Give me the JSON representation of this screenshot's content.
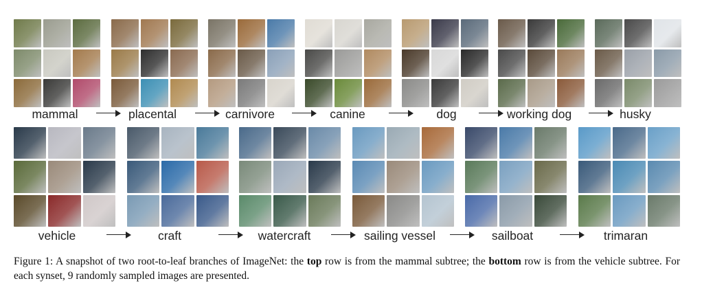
{
  "figure": {
    "top_row": {
      "synsets": [
        "mammal",
        "placental",
        "carnivore",
        "canine",
        "dog",
        "working dog",
        "husky"
      ]
    },
    "bottom_row": {
      "synsets": [
        "vehicle",
        "craft",
        "watercraft",
        "sailing vessel",
        "sailboat",
        "trimaran"
      ]
    }
  },
  "caption": {
    "prefix": "Figure 1:  A snapshot of two root-to-leaf branches of ImageNet: the ",
    "bold1": "top",
    "middle": " row is from the mammal subtree; the ",
    "bold2": "bottom",
    "suffix": " row is from the vehicle subtree. For each synset, 9 randomly sampled images are presented."
  },
  "palettes": {
    "mammal": [
      "#6f7a4a",
      "#9a9c8f",
      "#5b6b3f",
      "#7d8a6a",
      "#c9c9c0",
      "#a37a4c",
      "#8b6a3a",
      "#3a3a38",
      "#b04a6a"
    ],
    "placental": [
      "#8a6a4a",
      "#a07850",
      "#7a6a3c",
      "#9a7a48",
      "#2e2e2e",
      "#8a6a50",
      "#7a5a3a",
      "#3c8fb4",
      "#b08a50"
    ],
    "carnivore": [
      "#7a7466",
      "#9a6a3a",
      "#4a7aa8",
      "#8a6a4a",
      "#6a5a48",
      "#8aa0b8",
      "#b49a80",
      "#7a7a7a",
      "#d8d4cc"
    ],
    "canine": [
      "#e0dcd4",
      "#d8d6d0",
      "#a8a8a0",
      "#4a4a48",
      "#9a9a98",
      "#b08a60",
      "#3a4a2a",
      "#6a8a3a",
      "#9a6a3a"
    ],
    "dog": [
      "#b89a70",
      "#3a3a4a",
      "#5a6a7a",
      "#4a3a2a",
      "#d8d8d8",
      "#2a2a2a",
      "#8a8a88",
      "#3a3a3a",
      "#d0ccc4"
    ],
    "working_dog": [
      "#6a5a4a",
      "#3a3a3a",
      "#4a6a3a",
      "#4a4a4a",
      "#5a4a3a",
      "#9a7a5a",
      "#5a6a4a",
      "#a89a88",
      "#8a5a3a"
    ],
    "husky": [
      "#5a6a5a",
      "#4a4a4a",
      "#e0e4e8",
      "#6a5a48",
      "#9aa0a8",
      "#8a9aa8",
      "#6a6a6a",
      "#7a8a6a",
      "#9a9a9a"
    ],
    "vehicle": [
      "#2a3a4a",
      "#b8b8c0",
      "#6a7a8a",
      "#5a6a3a",
      "#9a8a7a",
      "#2a3a4a",
      "#5a4a2a",
      "#8a2a2a",
      "#d0c8c8"
    ],
    "craft": [
      "#4a5a6a",
      "#a8b4c0",
      "#4a7a9a",
      "#3a5a7a",
      "#2a6aa8",
      "#b85a4a",
      "#7a9ab4",
      "#4a6a9a",
      "#3a5a8a"
    ],
    "watercraft": [
      "#4a6a8a",
      "#3a4a5a",
      "#6a8aa8",
      "#7a8a7a",
      "#9aa8b8",
      "#2a3a4a",
      "#5a8a6a",
      "#3a5a4a",
      "#6a7a5a"
    ],
    "sailing_vessel": [
      "#6a9ac0",
      "#9aaab4",
      "#a86a3a",
      "#5a8ab4",
      "#9a8a7a",
      "#6a9ac0",
      "#7a5a3a",
      "#8a8a88",
      "#b4c4d0"
    ],
    "sailboat": [
      "#3a4a6a",
      "#4a7aa8",
      "#6a7a6a",
      "#5a7a5a",
      "#7aa0c0",
      "#6a6a4a",
      "#4a6aa8",
      "#8a9aa8",
      "#3a4a3a"
    ],
    "trimaran": [
      "#5a9ac8",
      "#4a6a8a",
      "#6aa0c8",
      "#3a5a7a",
      "#4a8ab4",
      "#5a8ab0",
      "#5a7a4a",
      "#6a9ac0",
      "#6a7a6a"
    ]
  }
}
